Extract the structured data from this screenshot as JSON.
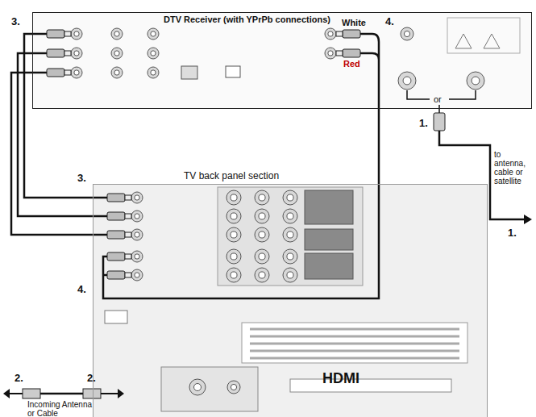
{
  "diagram": {
    "nodes": [
      {
        "text": [
          "DTV Receiver (with YPrPb connections)"
        ]
      },
      {
        "text": [
          "TV back panel section"
        ]
      }
    ],
    "edges": [
      {
        "from": 0,
        "to": 1,
        "arrow": "none"
      },
      {
        "from": 0,
        "to": 1,
        "arrow": "none"
      },
      {
        "from": 0,
        "to": 1,
        "arrow": "none"
      },
      {
        "from": 0,
        "to": 1,
        "arrow": "none"
      }
    ],
    "labels": [
      "3.",
      "White",
      "Red",
      "4.",
      "or",
      "1.",
      "to antenna, cable or satellite",
      "1.",
      "3.",
      "4.",
      "HDMI",
      "2.",
      "Incoming Antenna or Cable",
      "2."
    ]
  }
}
